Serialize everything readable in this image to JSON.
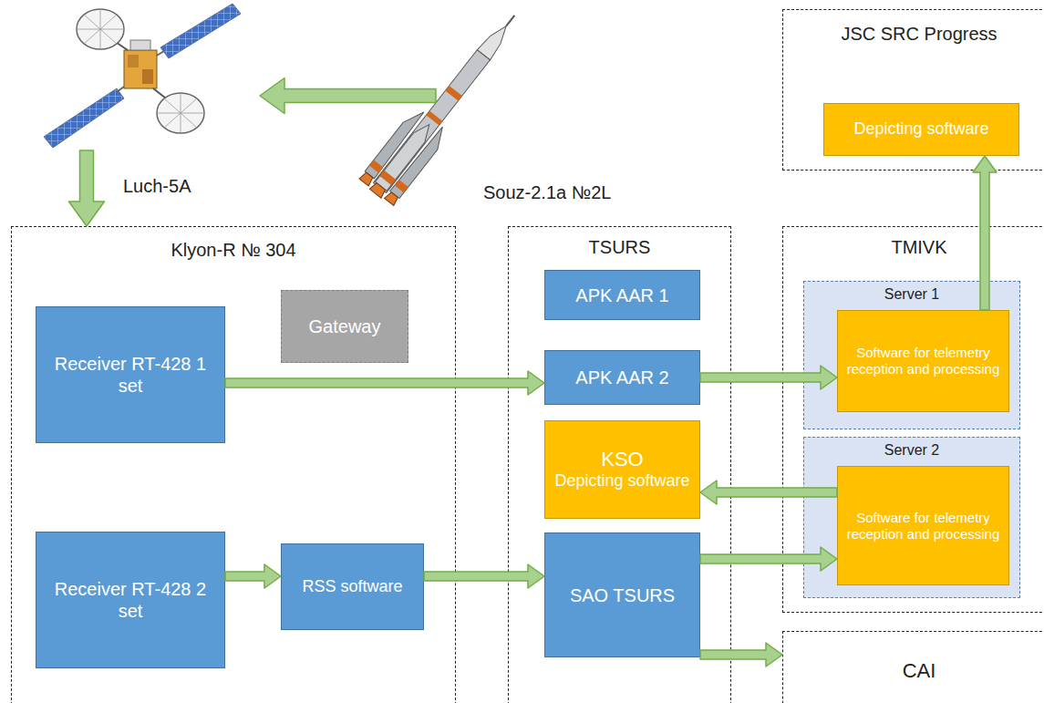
{
  "diagram": {
    "nodes": [
      {
        "text": [
          "Luch-5A"
        ]
      },
      {
        "text": [
          "Souz-2.1a №2L"
        ]
      },
      {
        "text": [
          "JSC SRC Progress"
        ]
      },
      {
        "text": [
          "Depicting software"
        ],
        "in": 2
      },
      {
        "text": [
          "Klyon-R № 304"
        ]
      },
      {
        "text": [
          "Receiver RT-428 1 set"
        ],
        "in": 4
      },
      {
        "text": [
          "Gateway"
        ],
        "in": 4
      },
      {
        "text": [
          "Receiver RT-428 2 set"
        ],
        "in": 4
      },
      {
        "text": [
          "RSS software"
        ],
        "in": 4
      },
      {
        "text": [
          "TSURS"
        ]
      },
      {
        "text": [
          "APK AAR 1"
        ],
        "in": 9
      },
      {
        "text": [
          "APK AAR 2"
        ],
        "in": 9
      },
      {
        "text": [
          "KSO",
          "Depicting software"
        ],
        "in": 9
      },
      {
        "text": [
          "SAO TSURS"
        ],
        "in": 9
      },
      {
        "text": [
          "TMIVK"
        ]
      },
      {
        "text": [
          "Server 1"
        ],
        "in": 14
      },
      {
        "text": [
          "Software for telemetry reception and processing"
        ],
        "in": 15
      },
      {
        "text": [
          "Server 2"
        ],
        "in": 14
      },
      {
        "text": [
          "Software for telemetry reception and processing"
        ],
        "in": 17
      },
      {
        "text": [
          "CAI"
        ]
      }
    ],
    "edges": [
      {
        "from": 1,
        "to": 0,
        "arrow": "to"
      },
      {
        "from": 0,
        "to": 4,
        "arrow": "to"
      },
      {
        "from": 16,
        "to": 3,
        "arrow": "to"
      },
      {
        "from": 5,
        "to": 11,
        "arrow": "to"
      },
      {
        "from": 11,
        "to": 16,
        "arrow": "to"
      },
      {
        "from": 18,
        "to": 12,
        "arrow": "to"
      },
      {
        "from": 7,
        "to": 8,
        "arrow": "to"
      },
      {
        "from": 8,
        "to": 13,
        "arrow": "to"
      },
      {
        "from": 13,
        "to": 18,
        "arrow": "to"
      },
      {
        "from": 13,
        "to": 19,
        "arrow": "to"
      }
    ]
  }
}
